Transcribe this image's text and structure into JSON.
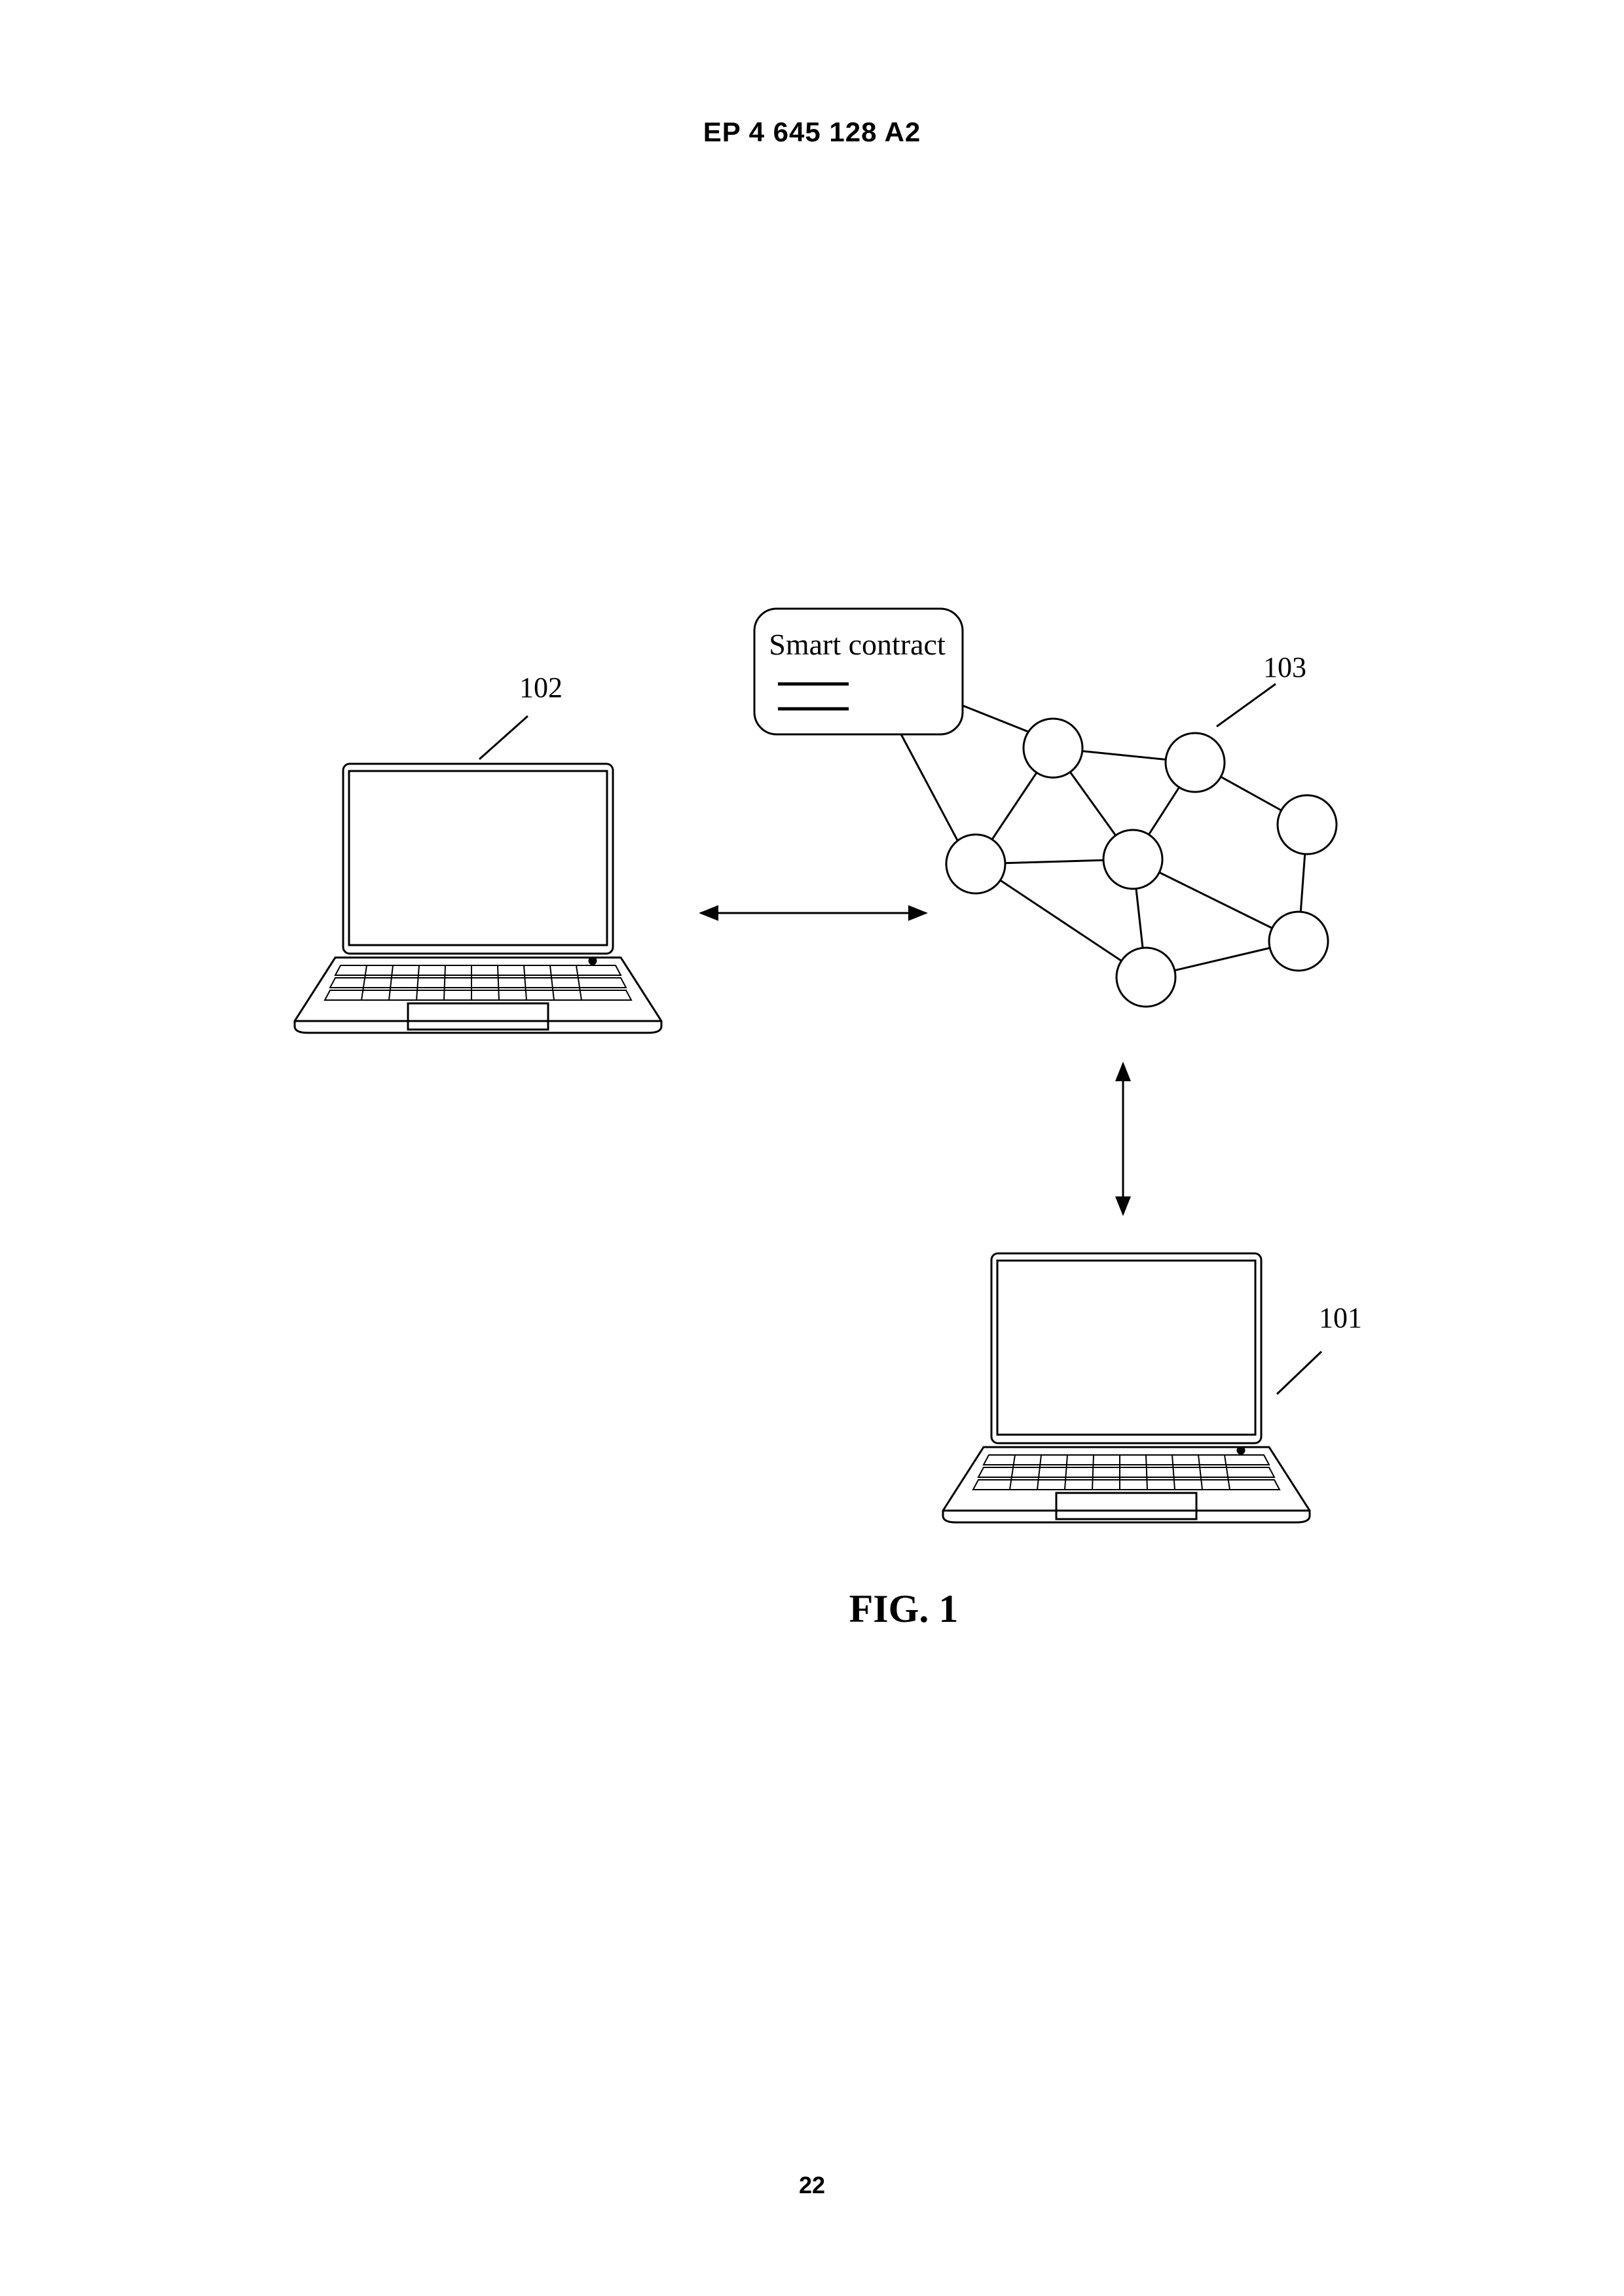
{
  "header": {
    "publication_number": "EP 4 645 128 A2"
  },
  "figure": {
    "smart_contract_label": "Smart contract",
    "ref_102": "102",
    "ref_103": "103",
    "ref_101": "101",
    "caption": "FIG. 1"
  },
  "footer": {
    "page_number": "22"
  }
}
